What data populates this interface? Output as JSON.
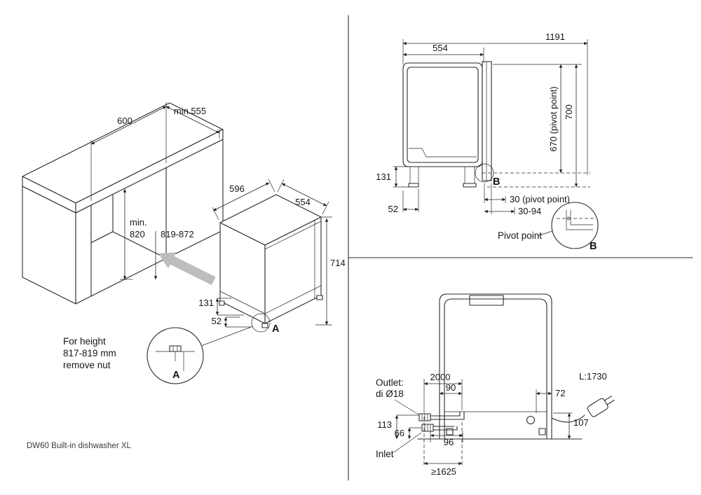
{
  "caption": "DW60 Built-in dishwasher XL",
  "niche": {
    "width": "600",
    "depth": "min.555",
    "height_min_label": "min.",
    "height_min_value": "820",
    "height_range": "819-872"
  },
  "dishwasher_iso": {
    "width": "596",
    "depth": "554",
    "height": "714",
    "base_height": "131",
    "foot_inset": "52",
    "callout": "A"
  },
  "detail_a": {
    "note_line1": "For height",
    "note_line2": "817-819 mm",
    "note_line3": "remove nut",
    "label": "A"
  },
  "side_view": {
    "depth_door_open": "1191",
    "depth": "554",
    "base_height": "131",
    "foot_inset": "52",
    "pivot_height": "670 (pivot point)",
    "total_height": "700",
    "callout": "B",
    "pivot_offset": "30 (pivot point)",
    "panel_range": "30-94",
    "pivot_label": "Pivot point",
    "detail_label": "B"
  },
  "connections": {
    "drain_hose_length": "2000",
    "drain_offset": "90",
    "cord_offset": "72",
    "cord_length": "L:1730",
    "outlet_label_line1": "Outlet:",
    "outlet_label_line2": "di Ø18",
    "outlet_height": "113",
    "inlet_height": "66",
    "hose_spacing": "96",
    "inlet_label": "Inlet",
    "min_hose_run": "≥1625",
    "cord_exit_height": "107"
  }
}
